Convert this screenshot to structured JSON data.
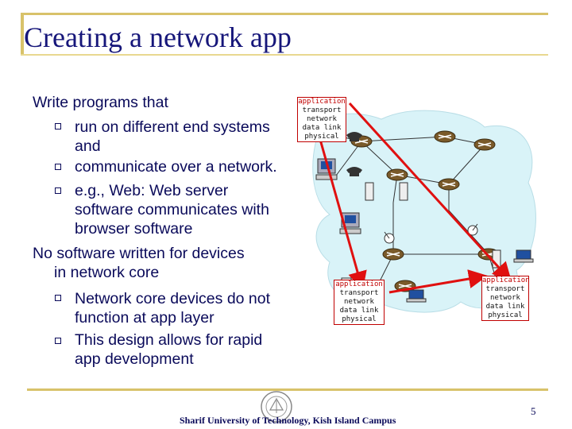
{
  "slide": {
    "title": "Creating a network app",
    "intro": "Write programs that",
    "bullets1": [
      {
        "lines": [
          "run on different end systems",
          "and"
        ]
      },
      {
        "lines": [
          "communicate over a network."
        ]
      },
      {
        "lines": [
          "e.g., Web: Web server",
          "software communicates with",
          "browser software"
        ]
      }
    ],
    "para2": [
      "No software written for devices",
      "in network core"
    ],
    "bullets2": [
      {
        "lines": [
          "Network core devices do not",
          "function at app layer"
        ]
      },
      {
        "lines": [
          "This design allows for rapid",
          "app development"
        ]
      }
    ],
    "footer": "Sharif University of Technology, Kish Island Campus",
    "page_number": "5"
  },
  "diagram": {
    "stacks": [
      {
        "layers": [
          "application",
          "transport",
          "network",
          "data link",
          "physical"
        ]
      },
      {
        "layers": [
          "application",
          "transport",
          "network",
          "data link",
          "physical"
        ]
      },
      {
        "layers": [
          "application",
          "transport",
          "network",
          "data link",
          "physical"
        ]
      }
    ],
    "colors": {
      "network_cloud": "#d9f3f8",
      "router": "#7a5a2a",
      "arrow": "#e01010",
      "title_bar": "#d8c26a"
    }
  }
}
